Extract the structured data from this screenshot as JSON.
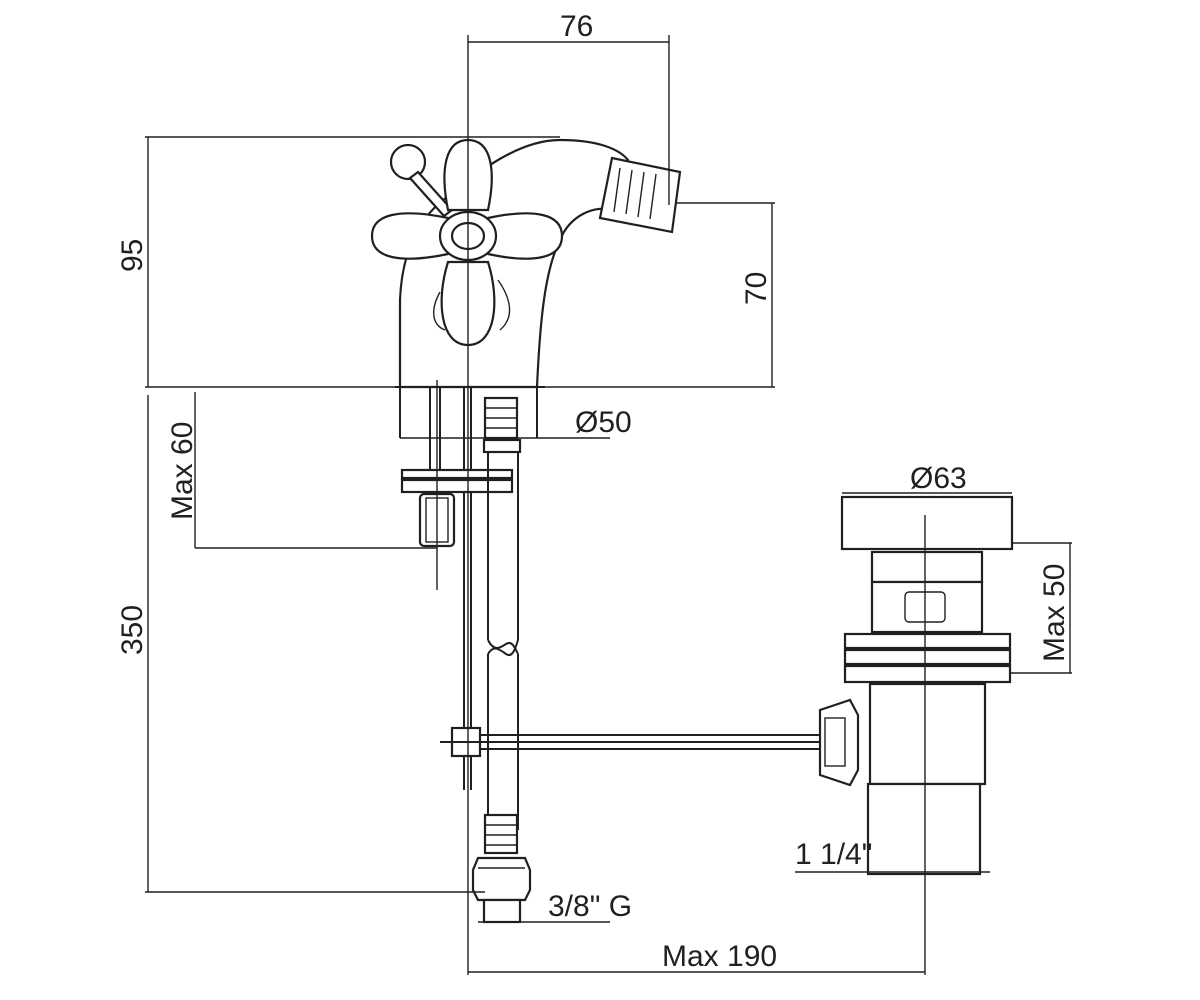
{
  "dimensions": {
    "width_76": "76",
    "height_95": "95",
    "height_70": "70",
    "dia_50": "Ø50",
    "max_60": "Max 60",
    "length_350": "350",
    "dia_63": "Ø63",
    "max_50": "Max 50",
    "thread_1_1_4": "1 1/4\"",
    "thread_3_8_g": "3/8\" G",
    "max_190": "Max 190"
  }
}
